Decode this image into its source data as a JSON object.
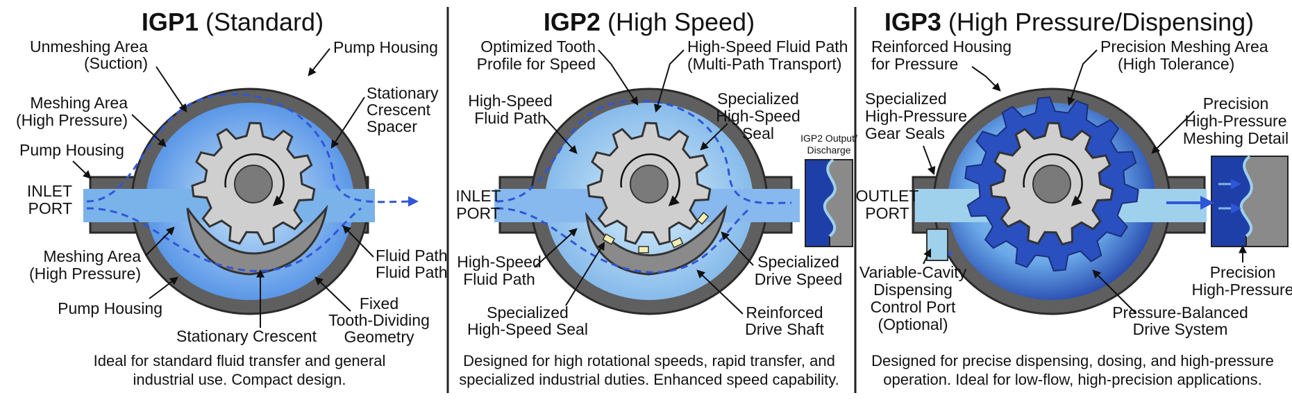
{
  "colors": {
    "fluid_light": "#9fd0ec",
    "fluid_mid": "#4f8fe6",
    "fluid_deep": "#1f3fa8",
    "flow_arrow": "#2f56d8",
    "housing": "#5f5f5f",
    "gear": "#cfcfcf",
    "divider": "#222222"
  },
  "panels": [
    {
      "title_bold": "IGP1",
      "title_rest": " (Standard)",
      "labels": {
        "unmeshing": [
          "Unmeshing Area",
          "(Suction)"
        ],
        "pump_housing_top": "Pump Housing",
        "meshing_top": [
          "Meshing Area",
          "(High Pressure)"
        ],
        "spacer": [
          "Stationary",
          "Crescent",
          "Spacer"
        ],
        "pump_housing_left": "Pump Housing",
        "inlet": [
          "INLET",
          "PORT"
        ],
        "meshing_bottom": [
          "Meshing Area",
          "(High Pressure)"
        ],
        "fluid_path": [
          "Fluid Path",
          "Fluid Path"
        ],
        "pump_housing_bottom": "Pump Housing",
        "fixed": [
          "Fixed",
          "Tooth-Dividing",
          "Geometry"
        ],
        "stationary_crescent": "Stationary Crescent"
      },
      "caption": [
        "Ideal for standard fluid transfer and general",
        "industrial use. Compact design."
      ]
    },
    {
      "title_bold": "IGP2",
      "title_rest": " (High Speed)",
      "labels": {
        "optimized": [
          "Optimized Tooth",
          "Profile for Speed"
        ],
        "hs_path_top": [
          "High-Speed Fluid Path",
          "(Multi-Path Transport)"
        ],
        "hs_fluid_left": [
          "High-Speed",
          "Fluid Path"
        ],
        "hs_seal_right": [
          "Specialized",
          "High-Speed",
          "Seal"
        ],
        "output": [
          "IGP2 Output/",
          "Discharge"
        ],
        "inlet": [
          "INLET",
          "PORT"
        ],
        "hs_fluid_bottom": [
          "High-Speed",
          "Fluid Path"
        ],
        "drive_speed": [
          "Specialized",
          "Drive Speed"
        ],
        "hs_seal_bottom": [
          "Specialized",
          "High-Speed Seal"
        ],
        "drive_shaft": [
          "Reinforced",
          "Drive Shaft"
        ]
      },
      "caption": [
        "Designed for high rotational speeds, rapid transfer, and",
        "specialized industrial duties. Enhanced speed capability."
      ]
    },
    {
      "title_bold": "IGP3",
      "title_rest": " (High Pressure/Dispensing)",
      "labels": {
        "reinforced": [
          "Reinforced Housing",
          "for Pressure"
        ],
        "precision_area": [
          "Precision Meshing Area",
          "(High Tolerance)"
        ],
        "gear_seals": [
          "Specialized",
          "High-Pressure",
          "Gear Seals"
        ],
        "meshing_detail": [
          "Precision",
          "High-Pressure",
          "Meshing Detail"
        ],
        "outlet": [
          "OUTLET",
          "PORT"
        ],
        "precision_hp": [
          "Precision",
          "High-Pressure"
        ],
        "variable": [
          "Variable-Cavity",
          "Dispensing",
          "Control Port",
          "(Optional)"
        ],
        "pressure_balanced": [
          "Pressure-Balanced",
          "Drive System"
        ]
      },
      "caption": [
        "Designed for precise dispensing, dosing, and high-pressure",
        "operation. Ideal for low-flow, high-precision applications."
      ]
    }
  ]
}
